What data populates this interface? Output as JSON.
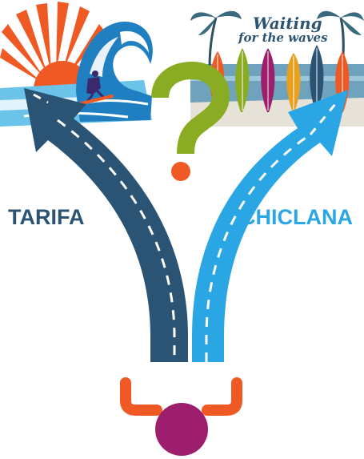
{
  "destinations": {
    "left": {
      "name": "TARIFA",
      "color": "#2b5373"
    },
    "right": {
      "name": "CHICLANA",
      "color": "#29a6e3"
    }
  },
  "sign": {
    "caption_line1": "Waiting",
    "caption_line2": "for the waves"
  },
  "question_mark": {
    "glyph": "?",
    "color": "#8aac22",
    "dot_color": "#ef5a24"
  },
  "person": {
    "head_color": "#9c1e6d",
    "arms_color": "#ef5a24"
  },
  "icons": {
    "surfer_wave": "surfer-on-wave-icon",
    "surfboards_beach": "surfboards-on-beach-icon",
    "question": "question-mark-icon",
    "person": "person-at-crossroads-icon"
  }
}
